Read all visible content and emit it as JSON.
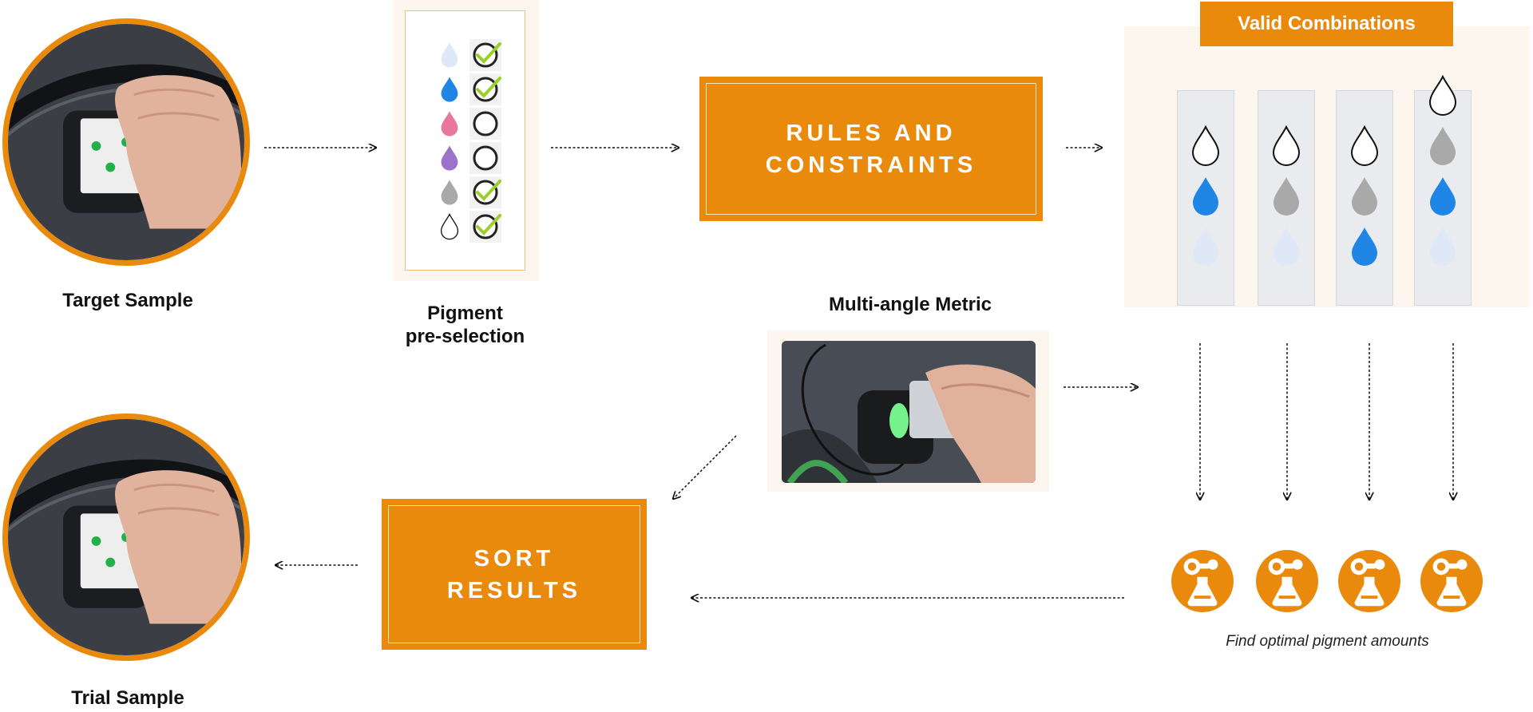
{
  "labels": {
    "target": "Target Sample",
    "pigment_line1": "Pigment",
    "pigment_line2": "pre-selection",
    "metric": "Multi-angle Metric",
    "trial": "Trial Sample",
    "optimal": "Find optimal pigment amounts"
  },
  "boxes": {
    "rules": "RULES AND\nCONSTRAINTS",
    "sort": "SORT\nRESULTS",
    "valid": "Valid Combinations"
  },
  "colors": {
    "orange": "#ea8a0c",
    "blue": "#1f86e6",
    "light_blue": "#dfe8f6",
    "pink": "#e8769d",
    "purple": "#9b73c9",
    "gray": "#a9a9a9"
  },
  "pigment_list": [
    {
      "drop": "light_blue",
      "checked": true
    },
    {
      "drop": "blue",
      "checked": true
    },
    {
      "drop": "pink",
      "checked": false
    },
    {
      "drop": "purple",
      "checked": false
    },
    {
      "drop": "gray",
      "checked": true
    },
    {
      "drop": "white",
      "checked": true
    }
  ],
  "combinations": [
    [
      "white",
      "blue",
      "light_blue"
    ],
    [
      "white",
      "gray",
      "light_blue"
    ],
    [
      "white",
      "gray",
      "blue"
    ],
    [
      "white",
      "gray",
      "blue",
      "light_blue"
    ]
  ],
  "icons": {
    "flask": "flask-icon",
    "arrow": "dashed-arrow",
    "check": "check-icon"
  }
}
